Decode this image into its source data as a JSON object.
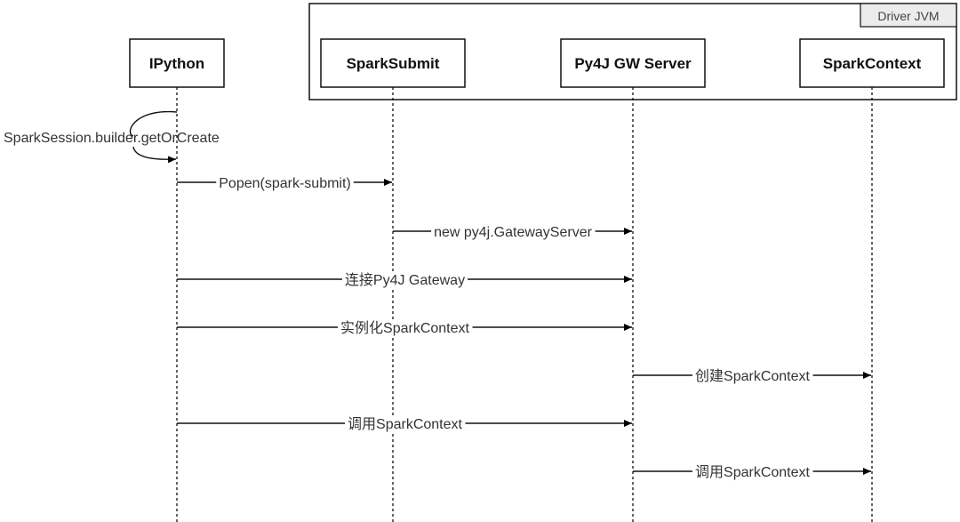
{
  "group": {
    "label": "Driver JVM"
  },
  "actors": [
    {
      "id": "ipython",
      "label": "IPython"
    },
    {
      "id": "sparksubmit",
      "label": "SparkSubmit"
    },
    {
      "id": "py4j",
      "label": "Py4J GW Server"
    },
    {
      "id": "sparkcontext",
      "label": "SparkContext"
    }
  ],
  "messages": [
    {
      "from": "ipython",
      "to": "ipython",
      "label": "SparkSession.builder.getOrCreate",
      "self": true
    },
    {
      "from": "ipython",
      "to": "sparksubmit",
      "label": "Popen(spark-submit)"
    },
    {
      "from": "sparksubmit",
      "to": "py4j",
      "label": "new py4j.GatewayServer"
    },
    {
      "from": "ipython",
      "to": "py4j",
      "label": "连接Py4J Gateway"
    },
    {
      "from": "ipython",
      "to": "py4j",
      "label": "实例化SparkContext"
    },
    {
      "from": "py4j",
      "to": "sparkcontext",
      "label": "创建SparkContext"
    },
    {
      "from": "ipython",
      "to": "py4j",
      "label": "调用SparkContext"
    },
    {
      "from": "py4j",
      "to": "sparkcontext",
      "label": "调用SparkContext"
    }
  ]
}
